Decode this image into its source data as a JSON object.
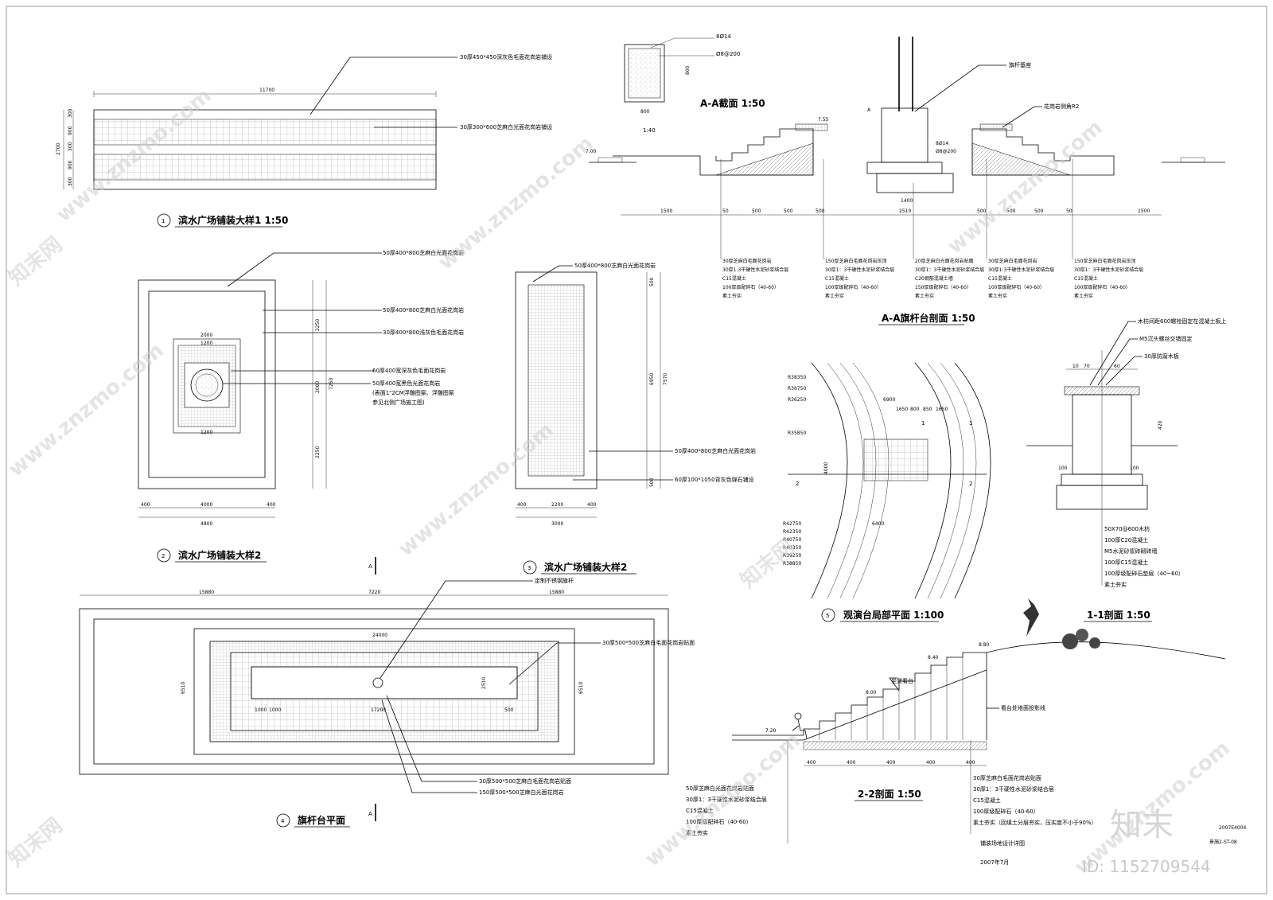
{
  "drawings": {
    "d1": {
      "title": "滨水广场铺装大样1 1:50",
      "number": "1",
      "note1": "30厚450*450深灰色毛面花岗岩铺设",
      "note2": "30厚300*600芝麻白光面花岗岩铺设",
      "dims": {
        "length": "11700",
        "total": "2700",
        "a": "300",
        "b": "900",
        "c": "300",
        "d": "900",
        "e": "300"
      }
    },
    "d2": {
      "title": "滨水广场铺装大样2",
      "number": "2",
      "notes": [
        "50厚400*800芝麻白光面花岗岩",
        "50厚400*800芝麻白光面花岗岩",
        "30厚400*800浅灰色毛面花岗岩",
        "60厚400宽深灰色毛面花岗岩",
        "50厚400宽黑色光面花岗岩",
        "(表面1\"2CM浮雕图案、浮雕图案",
        "参见北侧广场施工图)"
      ],
      "dims": {
        "w4000": "4000",
        "w4800": "4800",
        "s400": "400",
        "h7250": "7250",
        "h2250": "2250",
        "h2000": "2000",
        "s2000": "2000",
        "s1200": "1200"
      }
    },
    "d3": {
      "title": "滨水广场铺装大样2",
      "number": "3",
      "note_top": "50厚400*800芝麻白光面花岗岩",
      "note_mid": "50厚400*800芝麻白光面花岗岩",
      "note_bot": "60厚100*1050背灰色弹石铺设",
      "dims": {
        "w2200": "2200",
        "w3000": "3000",
        "s400": "400",
        "h6950": "6950",
        "h7570": "7570",
        "s500": "500"
      }
    },
    "d4": {
      "title": "旗杆台平面",
      "number": "4",
      "section_mark": "A",
      "note_pole": "定制不锈钢旗杆",
      "note_right": "30厚500*500芝麻白毛面花岗岩贴面",
      "note_b1": "30厚500*500芝麻白毛面花岗岩贴面",
      "note_b2": "150厚500*500芝麻白光面花岗岩",
      "dims": {
        "left": "15880",
        "mid": "7220",
        "right": "15880",
        "inner": "24000",
        "center": "17200",
        "h": "6510",
        "h2": "2510",
        "s1000": "1000",
        "s500": "500"
      }
    },
    "aa_section": {
      "title": "A-A截面 1:50",
      "scale": "1:40",
      "rebar1": "8Ø14",
      "rebar2": "Ø8@200",
      "dim800": "800",
      "dimh": "800"
    },
    "aa_flag": {
      "title": "A-A旗杆台剖面 1:50",
      "section_mark": "A",
      "label_base": "旗杆基座",
      "label_edge": "花岗岩侧角R2",
      "elev_left": "7.00",
      "elev_step": "7.55",
      "rebar1": "8Ø14",
      "rebar2": "Ø8@200",
      "dims": [
        "1500",
        "50",
        "500",
        "500",
        "500",
        "2510",
        "500",
        "500",
        "500",
        "50",
        "1500"
      ],
      "dim1400": "1400",
      "legend_a": [
        "30厚芝麻白毛面花岗岩",
        "30厚1:3干硬性水泥砂浆结合层",
        "C15混凝土",
        "100厚级配碎石（40-60）",
        "素土夯实"
      ],
      "legend_b": [
        "150厚芝麻白毛面花岗岩压顶",
        "30厚1：3干硬性水泥砂浆结合层",
        "C15混凝土",
        "100厚级配碎石（40-60）",
        "素土夯实"
      ],
      "legend_c": [
        "20厚芝麻白光面花岗岩贴面",
        "30厚1：3干硬性水泥砂浆结合层",
        "C20钢筋混凝土墙",
        "150厚级配碎石（40-60）",
        "素土夯实"
      ]
    },
    "d5": {
      "title": "观演台局部平面 1:100",
      "number": "5",
      "radii": [
        "R38350",
        "R36750",
        "R36250",
        "R35850",
        "R42750",
        "R42350",
        "R40750",
        "R40350",
        "R39250",
        "R38850"
      ],
      "dims": [
        "6900",
        "1650",
        "800",
        "850",
        "1650",
        "6400",
        "4000"
      ],
      "cut1": "1",
      "cut2": "2"
    },
    "s11": {
      "title": "1-1剖面 1:50",
      "notes_top": [
        "木枋间距600螺栓固定在混凝土板上",
        "M5沉头螺丝交错固定",
        "30厚防腐木板"
      ],
      "notes_bot": [
        "50X70@600木枋",
        "100厚C20混凝土",
        "M5水泥砂浆砖砌砖墙",
        "100厚C15混凝土",
        "100厚级配碎石垫层（40~60）",
        "素土夯实"
      ],
      "dims": [
        "10",
        "70",
        "60",
        "420",
        "100",
        "100"
      ]
    },
    "s22": {
      "title": "2-2剖面 1:50",
      "label_seat": "坐凳看台",
      "label_proj": "看台处地面投影线",
      "elevs": [
        "7.20",
        "8.00",
        "8.40",
        "8.80"
      ],
      "dim400": "400",
      "notes_left": [
        "50厚芝麻白光面花岗岩贴面",
        "30厚1：3干硬性水泥砂浆结合层",
        "C15混凝土",
        "100厚级配碎石（40-60）",
        "素土夯实"
      ],
      "notes_right": [
        "30厚芝麻白毛面花岗岩贴面",
        "30厚1：3干硬性水泥砂浆结合层",
        "C15混凝土",
        "100厚级配碎石（40-60）",
        "素土夯实（回填土分层夯实，压实度不小于90%）"
      ]
    },
    "title_block": {
      "name": "铺装场地设计详图",
      "date": "2007年7月",
      "code": "景施2-ST-08",
      "code2": "2007E4004"
    }
  },
  "watermark": {
    "brand": "知末",
    "site": "www.znzmo.com",
    "cn": "知末网",
    "id": "ID: 1152709544"
  }
}
